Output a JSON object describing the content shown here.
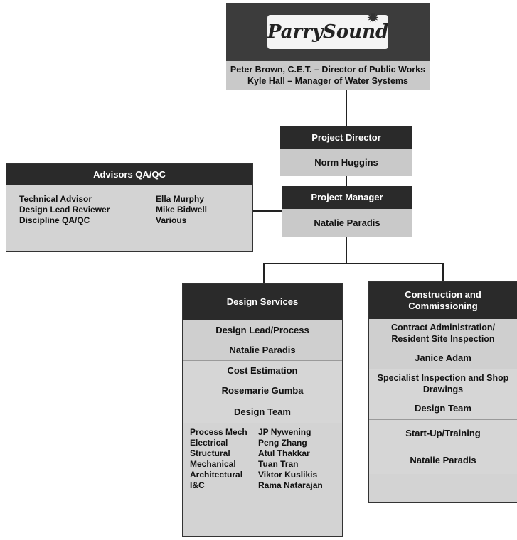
{
  "logo": {
    "text": "ParrySound",
    "icon": "sun-icon"
  },
  "top_box": {
    "line1": "Peter Brown, C.E.T. – Director of Public Works",
    "line2": "Kyle Hall – Manager of Water Systems"
  },
  "project_director": {
    "title": "Project Director",
    "name": "Norm Huggins"
  },
  "project_manager": {
    "title": "Project Manager",
    "name": "Natalie Paradis"
  },
  "advisors": {
    "title": "Advisors QA/QC",
    "rows": [
      {
        "role": "Technical Advisor",
        "name": "Ella Murphy"
      },
      {
        "role": "Design Lead Reviewer",
        "name": "Mike Bidwell"
      },
      {
        "role": "Discipline QA/QC",
        "name": "Various"
      }
    ]
  },
  "design_services": {
    "title": "Design Services",
    "items": [
      "Design Lead/Process",
      "Natalie Paradis",
      "Cost Estimation",
      "Rosemarie Gumba",
      "Design Team"
    ],
    "team": [
      {
        "role": "Process Mech",
        "name": "JP Nywening"
      },
      {
        "role": "Electrical",
        "name": "Peng Zhang"
      },
      {
        "role": "Structural",
        "name": "Atul Thakkar"
      },
      {
        "role": "Mechanical",
        "name": "Tuan Tran"
      },
      {
        "role": "Architectural",
        "name": "Viktor Kuslikis"
      },
      {
        "role": "I&C",
        "name": "Rama Natarajan"
      }
    ]
  },
  "construction": {
    "title_line1": "Construction and",
    "title_line2": "Commissioning",
    "items": [
      "Contract Administration/",
      "Resident Site Inspection",
      "Janice Adam",
      "Specialist Inspection and Shop",
      "Drawings",
      "Design Team",
      "Start-Up/Training",
      "Natalie Paradis"
    ]
  }
}
